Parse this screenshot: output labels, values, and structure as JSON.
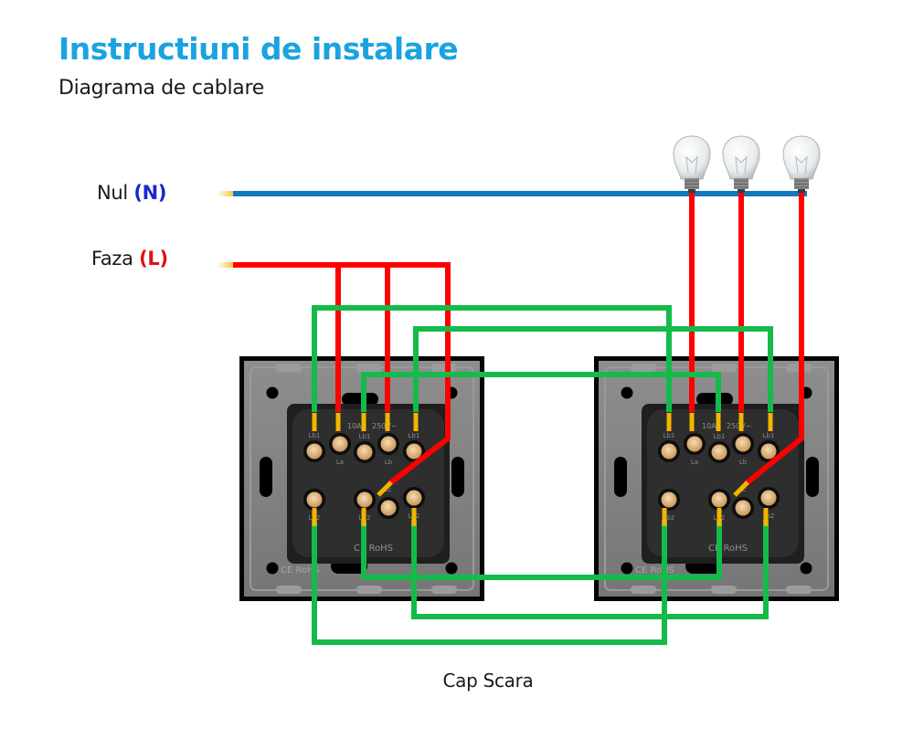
{
  "header": {
    "title": "Instructiuni de instalare",
    "subtitle": "Diagrama de cablare"
  },
  "supply": {
    "neutral": {
      "label": "Nul",
      "code": "(N)",
      "color": "#1278c0",
      "code_color": "#1428d0"
    },
    "phase": {
      "label": "Faza",
      "code": "(L)",
      "color": "#ff0000",
      "code_color": "#e01010"
    }
  },
  "colors": {
    "traveler_wire": "#14bb4a",
    "phase_wire": "#ff0000",
    "neutral_wire": "#1278c0",
    "terminal_tip": "#f2b600",
    "switch_frame": "#050505",
    "switch_plate": "#808080",
    "switch_module": "#2e2e2e",
    "screw": "#e9c48e"
  },
  "switches": [
    {
      "name": "switch-left",
      "terminals_top": [
        "Lb1",
        "La",
        "Lb1",
        "Lb",
        "Lb1"
      ],
      "terminals_bottom": [
        "Lb2",
        "Lb2",
        "Lc",
        "Lb2"
      ],
      "markings": [
        "10A",
        "250V~",
        "CE RoHS"
      ]
    },
    {
      "name": "switch-right",
      "terminals_top": [
        "Lb1",
        "La",
        "Lb1",
        "Lb",
        "Lb1"
      ],
      "terminals_bottom": [
        "Lb2",
        "Lb2",
        "Lc",
        "Lb2"
      ],
      "markings": [
        "10A",
        "250V~",
        "CE RoHS"
      ]
    }
  ],
  "lamps": [
    {
      "name": "bulb-1"
    },
    {
      "name": "bulb-2"
    },
    {
      "name": "bulb-3"
    }
  ],
  "caption": "Cap Scara"
}
